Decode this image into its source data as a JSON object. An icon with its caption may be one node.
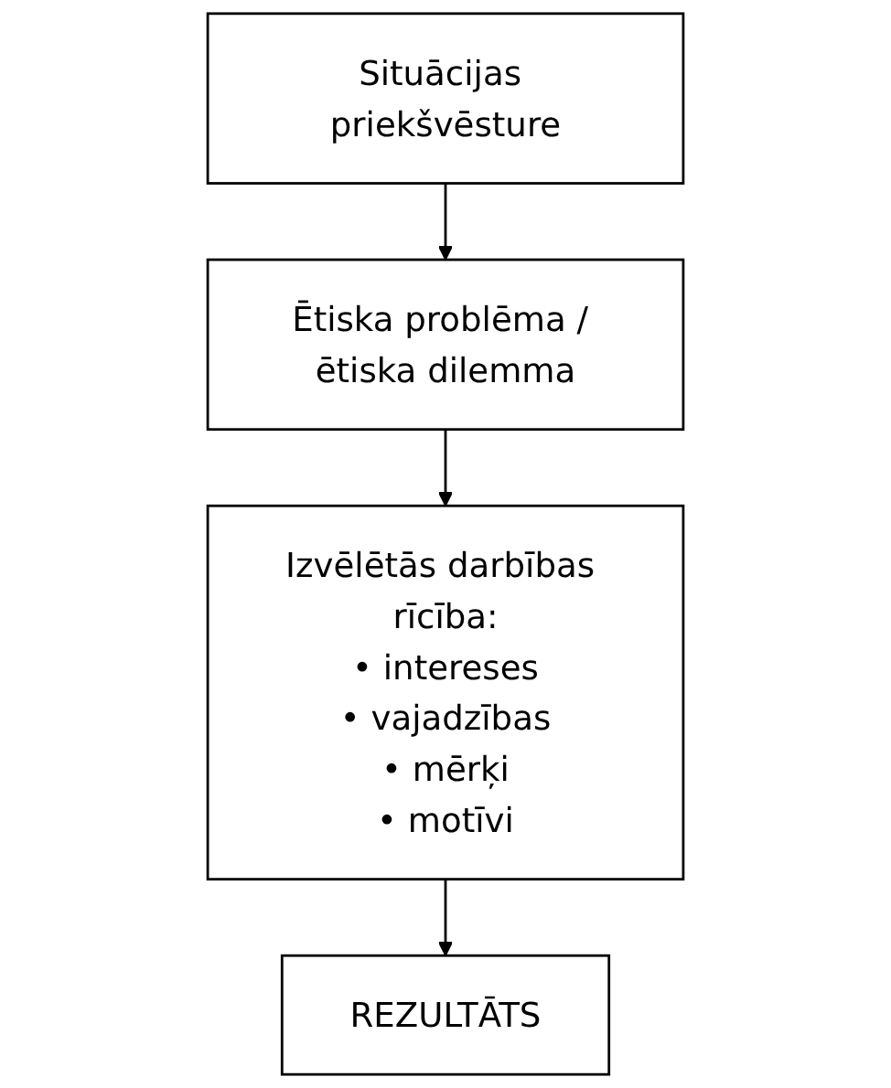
{
  "diagram": {
    "nodes": [
      {
        "text": [
          "Situācijas priekšvēsture"
        ]
      },
      {
        "text": [
          "Ētiska problēma / ētiska dilemma"
        ]
      },
      {
        "text": [
          "Izvēlētās darbības rīcība:",
          "• intereses",
          "• vajadzības",
          "• mērķi",
          "• motīvi"
        ]
      },
      {
        "text": [
          "REZULTĀTS"
        ]
      }
    ],
    "edges": [
      {
        "from": 0,
        "to": 1,
        "arrow": "to"
      },
      {
        "from": 1,
        "to": 2,
        "arrow": "to"
      },
      {
        "from": 2,
        "to": 3,
        "arrow": "to"
      }
    ]
  }
}
